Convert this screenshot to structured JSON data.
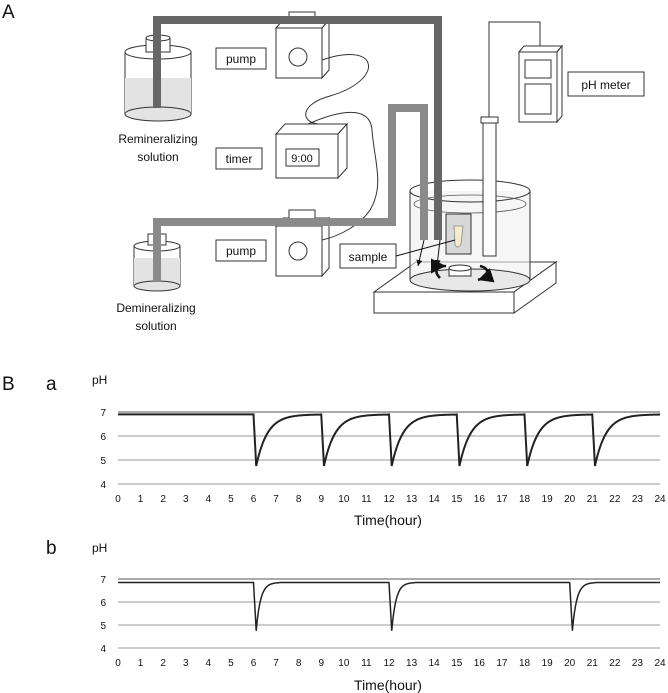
{
  "panel_a": {
    "letter": "A",
    "labels": {
      "pump_top": "pump",
      "pump_bottom": "pump",
      "timer": "timer",
      "timer_display": "9:00",
      "ph_meter": "pH meter",
      "sample": "sample",
      "remin_line1": "Remineralizing",
      "remin_line2": "solution",
      "demin_line1": "Demineralizing",
      "demin_line2": "solution"
    }
  },
  "panel_b": {
    "letter": "B"
  },
  "chart_data": [
    {
      "type": "line",
      "panel": "a",
      "ylabel": "pH",
      "xlabel": "Time(hour)",
      "xlim": [
        0,
        24
      ],
      "ylim": [
        4,
        7
      ],
      "xticks": [
        0,
        1,
        2,
        3,
        4,
        5,
        6,
        7,
        8,
        9,
        10,
        11,
        12,
        13,
        14,
        15,
        16,
        17,
        18,
        19,
        20,
        21,
        22,
        23,
        24
      ],
      "yticks": [
        4,
        5,
        6,
        7
      ],
      "grid": true,
      "baseline_ph": 6.9,
      "min_ph": 4.75,
      "drops_at_hours": [
        6,
        9,
        12,
        15,
        18,
        21
      ],
      "recovery_hours": 0.9
    },
    {
      "type": "line",
      "panel": "b",
      "ylabel": "pH",
      "xlabel": "Time(hour)",
      "xlim": [
        0,
        24
      ],
      "ylim": [
        4,
        7
      ],
      "xticks": [
        0,
        1,
        2,
        3,
        4,
        5,
        6,
        7,
        8,
        9,
        10,
        11,
        12,
        13,
        14,
        15,
        16,
        17,
        18,
        19,
        20,
        21,
        22,
        23,
        24
      ],
      "yticks": [
        4,
        5,
        6,
        7
      ],
      "grid": true,
      "baseline_ph": 6.85,
      "min_ph": 4.75,
      "drops_at_hours": [
        6,
        12,
        20
      ],
      "recovery_hours": 0.35
    }
  ]
}
